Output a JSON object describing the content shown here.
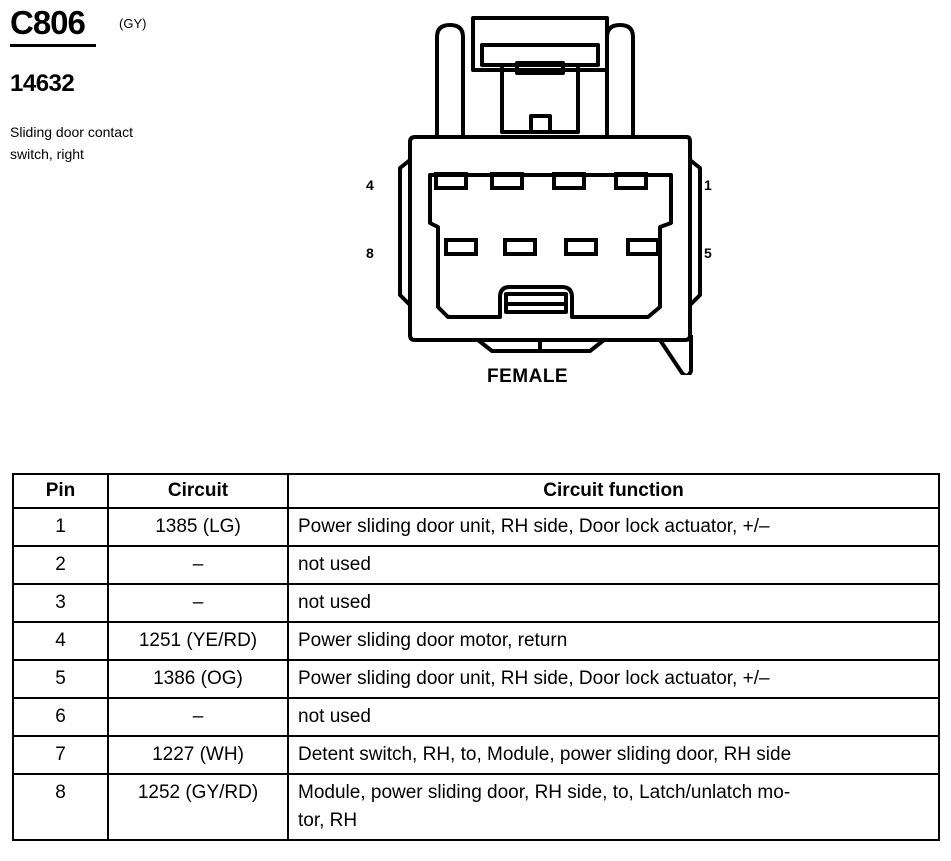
{
  "connector": {
    "id": "C806",
    "color_code": "(GY)",
    "part_number": "14632",
    "description_lines": [
      "Sliding door contact",
      "switch, right"
    ],
    "gender": "FEMALE",
    "pin_labels": {
      "top_left": "4",
      "top_right": "1",
      "bottom_left": "8",
      "bottom_right": "5"
    }
  },
  "table": {
    "headers": {
      "pin": "Pin",
      "circuit": "Circuit",
      "function": "Circuit function"
    },
    "rows": [
      {
        "pin": "1",
        "circuit": "1385 (LG)",
        "function": "Power sliding door unit, RH side, Door lock actuator, +/–"
      },
      {
        "pin": "2",
        "circuit": "–",
        "function": "not used"
      },
      {
        "pin": "3",
        "circuit": "–",
        "function": "not used"
      },
      {
        "pin": "4",
        "circuit": "1251 (YE/RD)",
        "function": "Power sliding door motor, return"
      },
      {
        "pin": "5",
        "circuit": "1386 (OG)",
        "function": "Power sliding door unit, RH side, Door lock actuator, +/–"
      },
      {
        "pin": "6",
        "circuit": "–",
        "function": "not used"
      },
      {
        "pin": "7",
        "circuit": "1227 (WH)",
        "function": "Detent switch, RH, to, Module, power sliding door, RH side"
      },
      {
        "pin": "8",
        "circuit": "1252 (GY/RD)",
        "function": "Module, power sliding door, RH side, to, Latch/unlatch mo-\ntor, RH"
      }
    ]
  }
}
